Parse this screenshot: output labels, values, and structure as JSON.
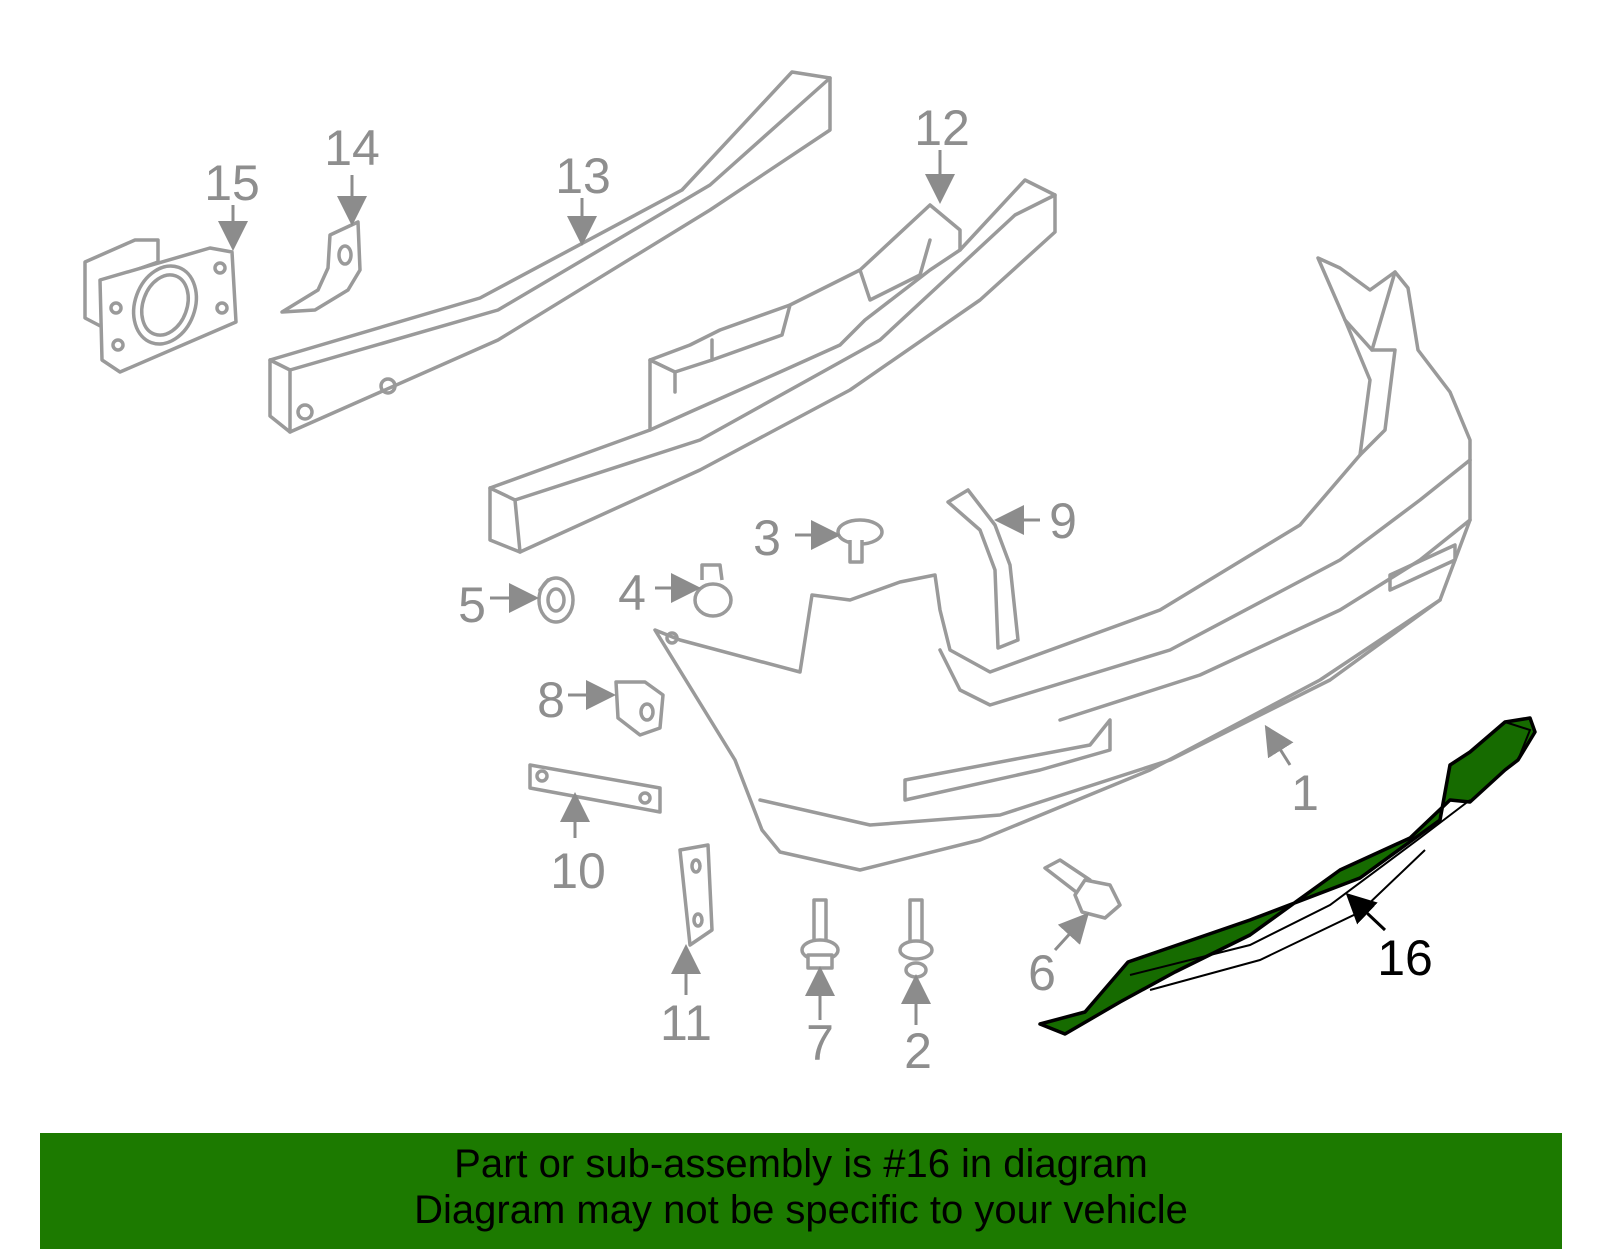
{
  "labels": {
    "p1": "1",
    "p2": "2",
    "p3": "3",
    "p4": "4",
    "p5": "5",
    "p6": "6",
    "p7": "7",
    "p8": "8",
    "p9": "9",
    "p10": "10",
    "p11": "11",
    "p12": "12",
    "p13": "13",
    "p14": "14",
    "p15": "15",
    "p16": "16"
  },
  "highlighted_part": "16",
  "banner": {
    "line1": "Part or sub-assembly is #16 in diagram",
    "line2": "Diagram may not be specific to your vehicle"
  },
  "colors": {
    "highlight": "#166b00",
    "banner": "#1c7a00",
    "part_outline": "#9a9a9a"
  }
}
